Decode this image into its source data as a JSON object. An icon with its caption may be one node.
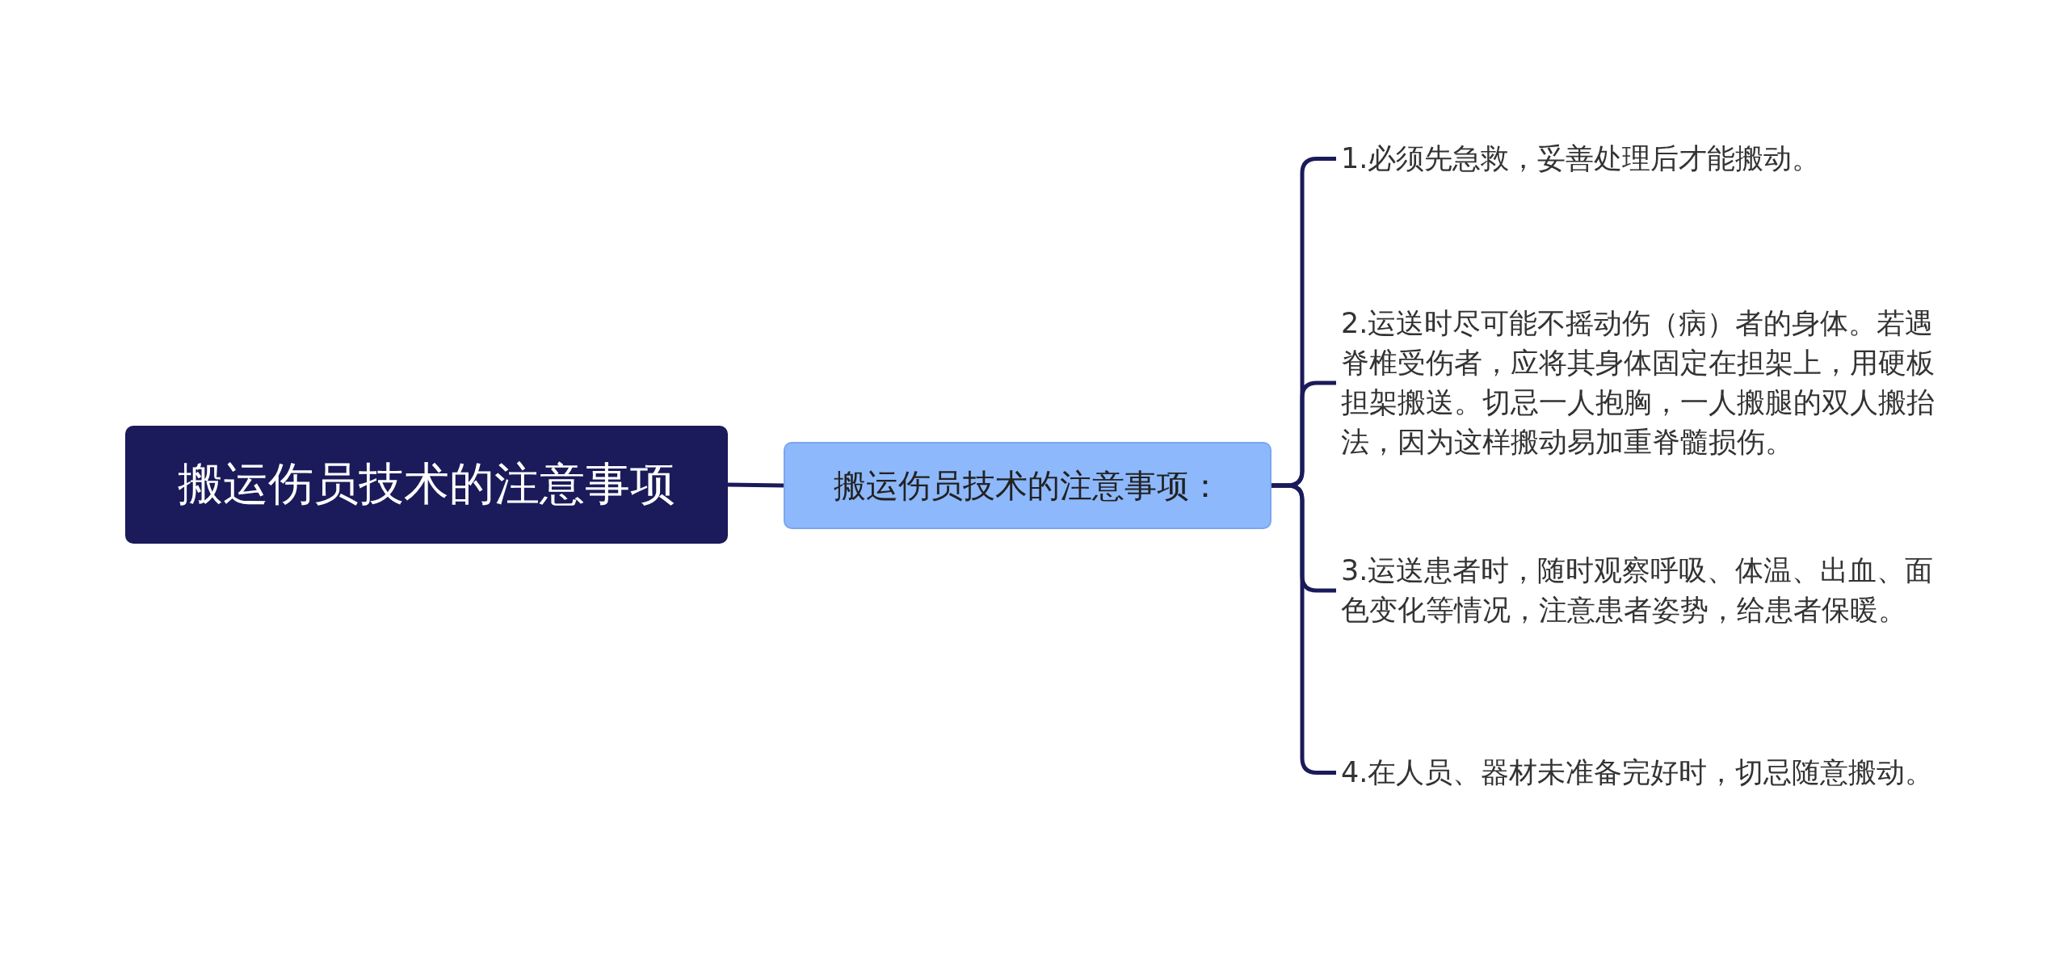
{
  "diagram": {
    "nodes": [
      {
        "text": [
          "搬运伤员技术的注意事项"
        ]
      },
      {
        "text": [
          "搬运伤员技术的注意事项："
        ]
      },
      {
        "text": [
          "1.必须先急救，妥善处理后才能搬动。"
        ]
      },
      {
        "text": [
          "2.运送时尽可能不摇动伤（病）者的身体。若遇脊椎受伤者，应将其身体固定在担架上，用硬板担架搬送。切忌一人抱胸，一人搬腿的双人搬抬法，因为这样搬动易加重脊髓损伤。"
        ]
      },
      {
        "text": [
          "3.运送患者时，随时观察呼吸、体温、出血、面色变化等情况，注意患者姿势，给患者保暖。"
        ]
      },
      {
        "text": [
          "4.在人员、器材未准备完好时，切忌随意搬动。"
        ]
      }
    ],
    "edges": [
      {
        "from": 0,
        "to": 1,
        "arrow": "none"
      },
      {
        "from": 1,
        "to": 2,
        "arrow": "none"
      },
      {
        "from": 1,
        "to": 3,
        "arrow": "none"
      },
      {
        "from": 1,
        "to": 4,
        "arrow": "none"
      },
      {
        "from": 1,
        "to": 5,
        "arrow": "none"
      }
    ]
  }
}
